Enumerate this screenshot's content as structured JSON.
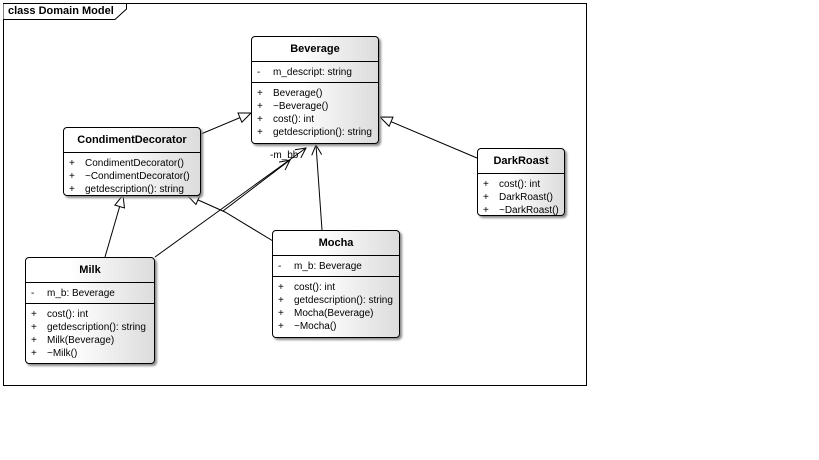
{
  "frame": {
    "label": "class Domain Model"
  },
  "role_label": "-m_bb",
  "classes": {
    "beverage": {
      "name": "Beverage",
      "attributes": [
        {
          "vis": "-",
          "text": "m_descript: string"
        }
      ],
      "operations": [
        {
          "vis": "+",
          "text": "Beverage()"
        },
        {
          "vis": "+",
          "text": "~Beverage()"
        },
        {
          "vis": "+",
          "text": "cost(): int"
        },
        {
          "vis": "+",
          "text": "getdescription(): string"
        }
      ]
    },
    "condiment_decorator": {
      "name": "CondimentDecorator",
      "attributes": [],
      "operations": [
        {
          "vis": "+",
          "text": "CondimentDecorator()"
        },
        {
          "vis": "+",
          "text": "~CondimentDecorator()"
        },
        {
          "vis": "+",
          "text": "getdescription(): string"
        }
      ]
    },
    "dark_roast": {
      "name": "DarkRoast",
      "attributes": [],
      "operations": [
        {
          "vis": "+",
          "text": "cost(): int"
        },
        {
          "vis": "+",
          "text": "DarkRoast()"
        },
        {
          "vis": "+",
          "text": "~DarkRoast()"
        }
      ]
    },
    "mocha": {
      "name": "Mocha",
      "attributes": [
        {
          "vis": "-",
          "text": "m_b: Beverage"
        }
      ],
      "operations": [
        {
          "vis": "+",
          "text": "cost(): int"
        },
        {
          "vis": "+",
          "text": "getdescription(): string"
        },
        {
          "vis": "+",
          "text": "Mocha(Beverage)"
        },
        {
          "vis": "+",
          "text": "~Mocha()"
        }
      ]
    },
    "milk": {
      "name": "Milk",
      "attributes": [
        {
          "vis": "-",
          "text": "m_b: Beverage"
        }
      ],
      "operations": [
        {
          "vis": "+",
          "text": "cost(): int"
        },
        {
          "vis": "+",
          "text": "getdescription(): string"
        },
        {
          "vis": "+",
          "text": "Milk(Beverage)"
        },
        {
          "vis": "+",
          "text": "~Milk()"
        }
      ]
    }
  }
}
